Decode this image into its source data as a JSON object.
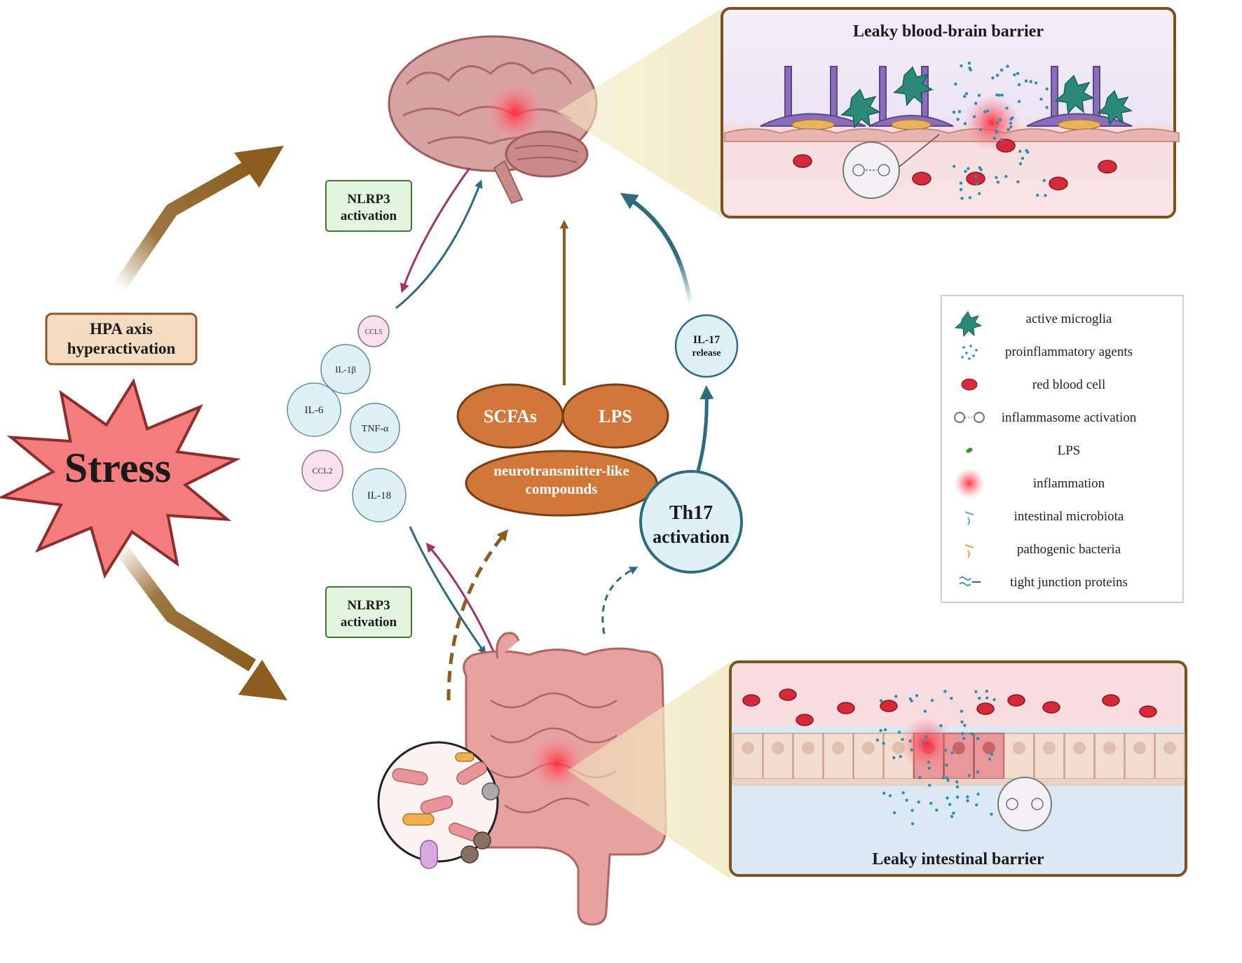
{
  "stress": {
    "label": "Stress",
    "fill": "#f47c7c",
    "stroke": "#8b2e2e"
  },
  "hpa": {
    "line1": "HPA axis",
    "line2": "hyperactivation",
    "fill": "#f5dcc0",
    "stroke": "#8b5a2b"
  },
  "nlrp3_top": {
    "line1": "NLRP3",
    "line2": "activation"
  },
  "nlrp3_bottom": {
    "line1": "NLRP3",
    "line2": "activation"
  },
  "cytokines": {
    "ccl5": "CCL5",
    "il1b": "IL-1β",
    "il6": "IL-6",
    "tnfa": "TNF-α",
    "ccl2": "CCL2",
    "il18": "IL-18"
  },
  "metabolites": {
    "scfas": "SCFAs",
    "lps": "LPS",
    "neuro_line1": "neurotransmitter-like",
    "neuro_line2": "compounds",
    "fill": "#d2773a",
    "stroke": "#7a3e14"
  },
  "th17": {
    "line1": "Th17",
    "line2": "activation"
  },
  "il17": {
    "line1": "IL-17",
    "line2": "release"
  },
  "bbb_panel": {
    "title": "Leaky blood-brain barrier"
  },
  "gut_panel": {
    "title": "Leaky intestinal barrier"
  },
  "legend": {
    "items": [
      {
        "icon": "microglia-icon",
        "label": "active microglia"
      },
      {
        "icon": "proinflammatory-agents-icon",
        "label": "proinflammatory agents"
      },
      {
        "icon": "red-blood-cell-icon",
        "label": "red blood cell"
      },
      {
        "icon": "inflammasome-icon",
        "label": "inflammasome activation"
      },
      {
        "icon": "lps-icon",
        "label": "LPS"
      },
      {
        "icon": "inflammation-icon",
        "label": "inflammation"
      },
      {
        "icon": "intestinal-microbiota-icon",
        "label": "intestinal microbiota"
      },
      {
        "icon": "pathogenic-bacteria-icon",
        "label": "pathogenic bacteria"
      },
      {
        "icon": "tight-junction-icon",
        "label": "tight junction proteins"
      }
    ]
  },
  "colors": {
    "brown_arrow": "#8b5e1f",
    "teal_arrow": "#2e6b7d",
    "magenta_arrow": "#a0336b",
    "cyto_blue": "#e0f0f7",
    "cyto_pink": "#f6e1ec",
    "nlrp3_fill": "#e3f4df",
    "nlrp3_stroke": "#3c7a34",
    "panel_border": "#7a5220"
  }
}
